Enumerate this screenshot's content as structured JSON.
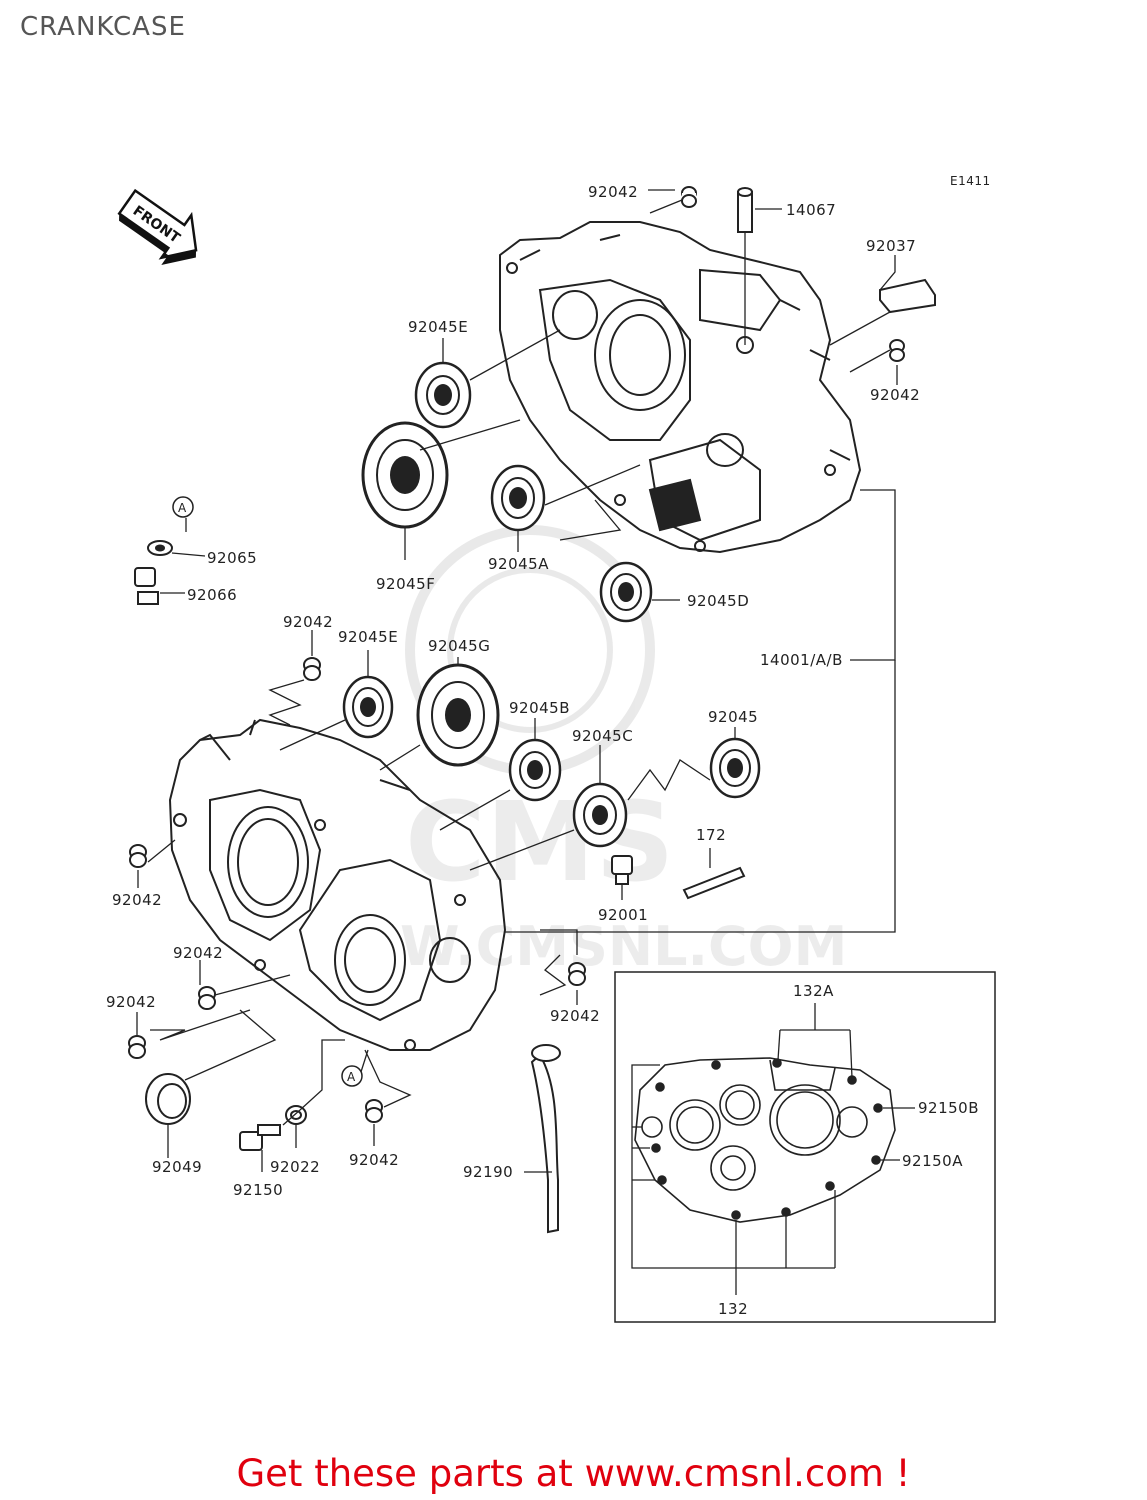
{
  "page": {
    "title": "CRANKCASE",
    "code": "E1411",
    "footer": "Get these parts at www.cmsnl.com !"
  },
  "watermark": {
    "text": "W.CMSNL.COM",
    "logo": "CMS"
  },
  "front_arrow": {
    "label": "FRONT"
  },
  "markers": {
    "a1": "A",
    "a2": "A"
  },
  "labels": {
    "p92042_top": "92042",
    "p14067": "14067",
    "p92037": "92037",
    "p92042_right": "92042",
    "p92045E_top": "92045E",
    "p92045F": "92045F",
    "p92045A": "92045A",
    "p92045D": "92045D",
    "p14001": "14001/A/B",
    "p92065": "92065",
    "p92066": "92066",
    "p92042_mid": "92042",
    "p92045E_mid": "92045E",
    "p92045G": "92045G",
    "p92045B": "92045B",
    "p92045C": "92045C",
    "p92045": "92045",
    "p172": "172",
    "p92001": "92001",
    "p92042_left": "92042",
    "p92042_l2": "92042",
    "p92042_l3": "92042",
    "p92042_lowmid": "92042",
    "p92042_bottom": "92042",
    "p92049": "92049",
    "p92022": "92022",
    "p92150": "92150",
    "p92190": "92190",
    "p132A": "132A",
    "p92150B": "92150B",
    "p92150A": "92150A",
    "p132": "132"
  }
}
